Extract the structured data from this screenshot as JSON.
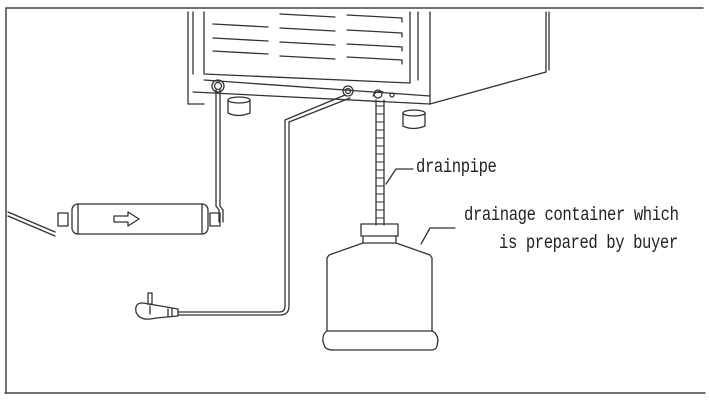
{
  "diagram": {
    "type": "installation-diagram",
    "labels": {
      "drainpipe": "drainpipe",
      "container_line1": "drainage container which",
      "container_line2": "is prepared by buyer"
    },
    "components": [
      "appliance-unit",
      "water-filter",
      "inlet-hose",
      "power-plug",
      "power-cord",
      "drainpipe",
      "drainage-container"
    ],
    "colors": {
      "line": "#333333",
      "background": "#ffffff"
    }
  }
}
